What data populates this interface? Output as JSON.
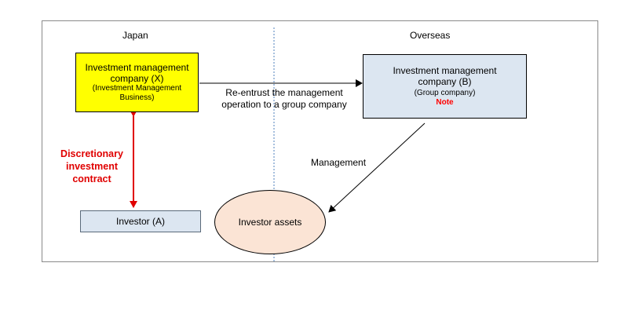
{
  "regions": {
    "left_label": "Japan",
    "right_label": "Overseas"
  },
  "company_x": {
    "title_line1": "Investment management",
    "title_line2": "company (X)",
    "subtitle_line1": "(Investment Management",
    "subtitle_line2": "Business)"
  },
  "company_b": {
    "title_line1": "Investment management",
    "title_line2": "company (B)",
    "subtitle": "(Group company)",
    "note": "Note"
  },
  "investor": {
    "label": "Investor (A)"
  },
  "assets": {
    "label": "Investor assets"
  },
  "edges": {
    "reentrust_line1": "Re-entrust the management",
    "reentrust_line2": "operation to a group company",
    "management": "Management",
    "contract": "Discretionary\ninvestment\ncontract"
  },
  "colors": {
    "company_x_fill": "#ffff00",
    "group_box_fill": "#dce6f1",
    "assets_fill": "#fbe4d5",
    "contract_arrow": "#e00000",
    "note_text": "#ff0000",
    "divider": "#4f81bd"
  }
}
